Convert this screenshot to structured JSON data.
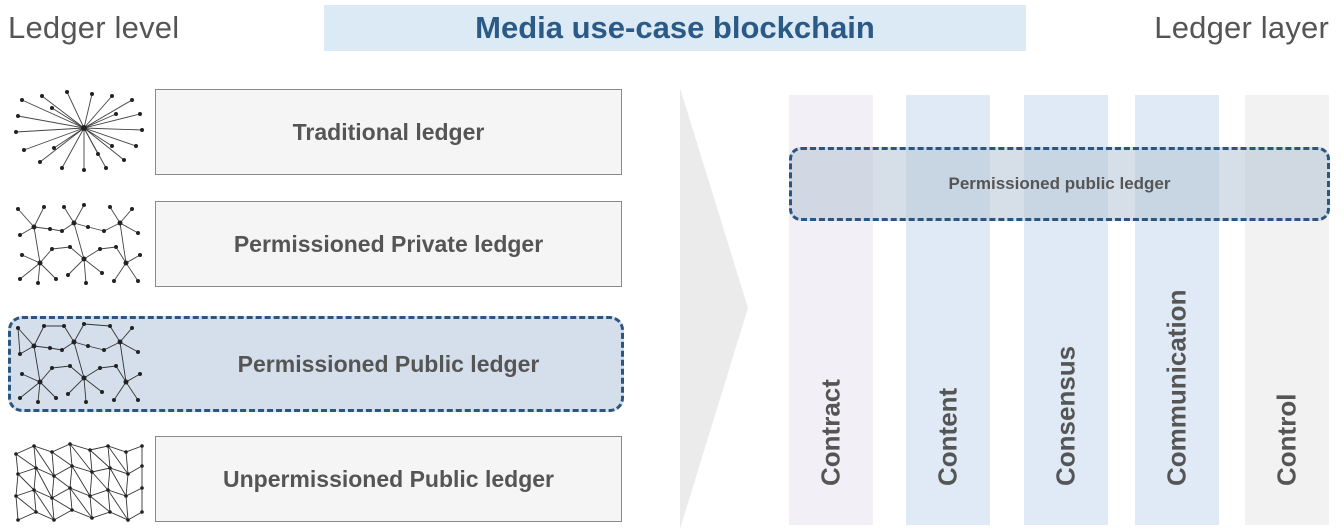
{
  "header": {
    "left_label": "Ledger level",
    "title": "Media use-case blockchain",
    "right_label": "Ledger layer"
  },
  "ledger_levels": [
    {
      "label": "Traditional ledger",
      "network": "star"
    },
    {
      "label": "Permissioned Private ledger",
      "network": "clusters"
    },
    {
      "label": "Permissioned Public ledger",
      "network": "clusters",
      "highlighted": true
    },
    {
      "label": "Unpermissioned Public ledger",
      "network": "mesh"
    }
  ],
  "layers": [
    {
      "label": "Contract",
      "color": "#f3eff6"
    },
    {
      "label": "Content",
      "color": "#dfeaf6"
    },
    {
      "label": "Consensus",
      "color": "#dfeaf6"
    },
    {
      "label": "Communication",
      "color": "#dfeaf6"
    },
    {
      "label": "Control",
      "color": "#f2f2f2"
    }
  ],
  "overlay": {
    "label": "Permissioned public ledger"
  },
  "colors": {
    "title_band": "#dceaf5",
    "title_text": "#2b5a86",
    "highlight_border": "#2a5681",
    "highlight_fill": "#d5dfeb",
    "arrow": "#ebebeb"
  }
}
